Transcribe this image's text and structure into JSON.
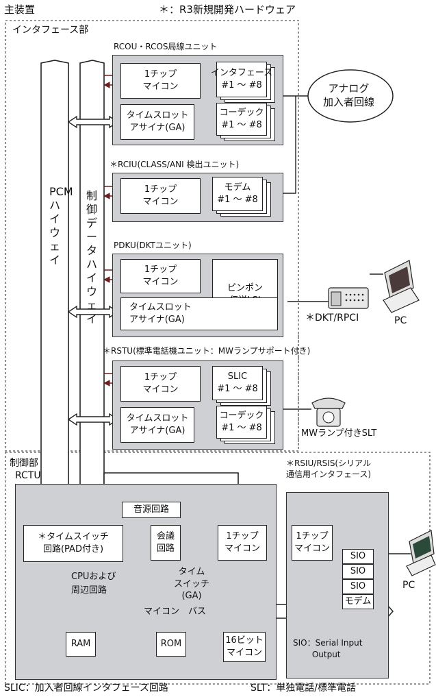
{
  "header": {
    "main": "主装置",
    "note": "＊：R3新規開発ハードウェア"
  },
  "areas": {
    "interface": "インタフェース部",
    "control": "制御部",
    "rctu": "RCTU"
  },
  "units": {
    "rcou": "RCOU・RCOS局線ユニット",
    "rciu": "＊RCIU(CLASS/ANI 検出ユニット)",
    "pdku": "PDKU(DKTユニット)",
    "rstu": "＊RSTU(標準電話機ユニット：MWランプサポート付き)",
    "rsiu": "＊RSIU/RSIS(シリアル\n通信用インタフェース)"
  },
  "blocks": {
    "chip_mcu": "1チップ\nマイコン",
    "timeslot": "タイムスロット\nアサイナ(GA)",
    "interface": "インタフェース\n#1 ～ #8",
    "codec": "コーデック\n#1 ～ #8",
    "modem": "モデム\n#1 ～ #8",
    "pingpong": "ピンポン\n伝送LSI",
    "slic": "SLIC\n#1 ～ #8",
    "sound": "音源回路",
    "timeswitch": "＊タイムスイッチ\n回路(PAD付き)",
    "conference": "会議\n回路",
    "cpu": "CPUおよび\n周辺回路",
    "ts_ga": "タイム\nスイッチ\n(GA)",
    "ram": "RAM",
    "rom": "ROM",
    "bit16": "16ビット\nマイコン",
    "sio": "SIO",
    "modem2": "モデム",
    "bus": "マイコン　バス"
  },
  "highways": {
    "pcm": "PCMハイウェイ",
    "ctrl": "制御データハイウェイ"
  },
  "external": {
    "analog": "アナログ\n加入者回線",
    "dkt": "＊DKT/RPCI",
    "pc": "PC",
    "mwslt": "MWランプ付きSLT",
    "pc2": "PC"
  },
  "notes": {
    "sio": "SIO：Serial Input\n　　 Output",
    "slic": "SLIC：加入者回線インタフェース回路",
    "slt": "SLT：単独電話/標準電話"
  }
}
